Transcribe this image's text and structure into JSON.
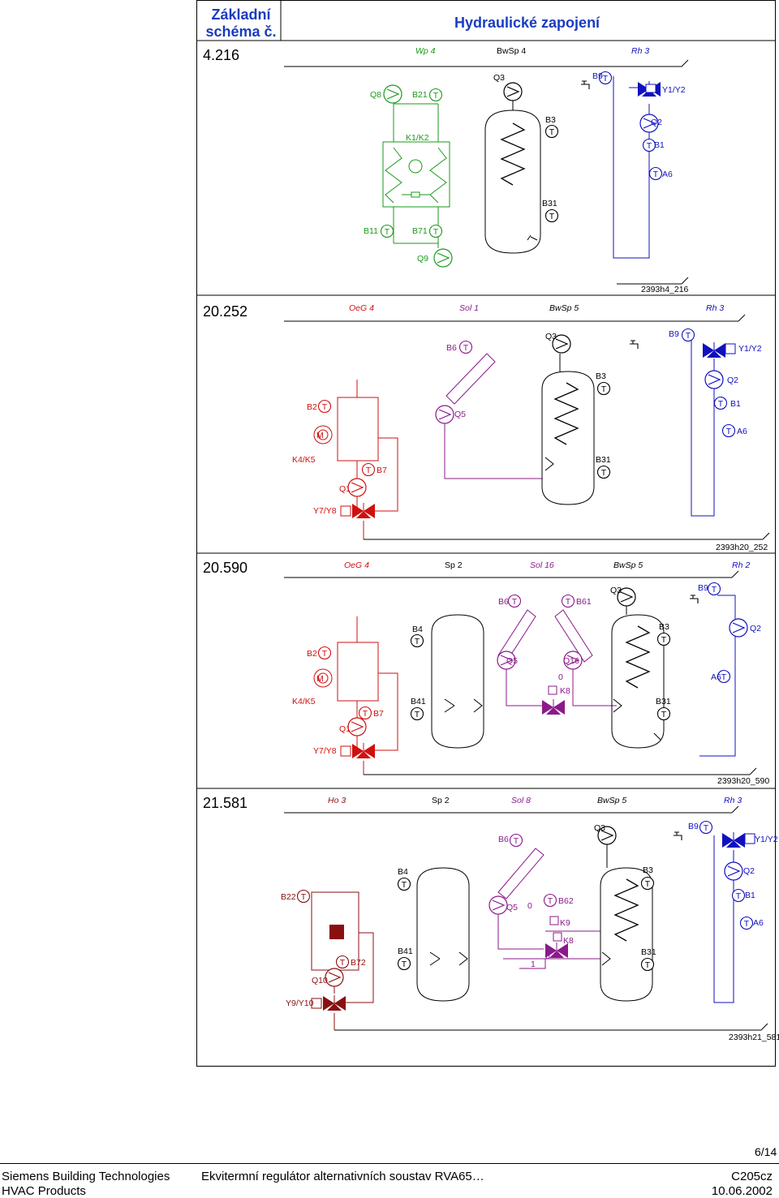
{
  "header": {
    "col1_line1": "Základní",
    "col1_line2": "schéma č.",
    "title": "Hydraulické zapojení"
  },
  "sections": [
    {
      "number": "4.216",
      "code": "2393h4_216",
      "top_labels": [
        {
          "text": "Wp 4",
          "color": "#1a9a1a"
        },
        {
          "text": "BwSp 4",
          "color": "#000000"
        },
        {
          "text": "Rh 3",
          "color": "#1010c0"
        }
      ],
      "labels": [
        "Q8",
        "B21",
        "Q3",
        "B9",
        "Y1/Y2",
        "K1/K2",
        "B3",
        "Q2",
        "B1",
        "A6",
        "B31",
        "B11",
        "B71",
        "Q9"
      ]
    },
    {
      "number": "20.252",
      "code": "2393h20_252",
      "top_labels": [
        {
          "text": "OeG 4",
          "color": "#d01010"
        },
        {
          "text": "Sol 1",
          "color": "#8a1a8a"
        },
        {
          "text": "BwSp 5",
          "color": "#000000"
        },
        {
          "text": "Rh 3",
          "color": "#1010c0"
        }
      ],
      "labels": [
        "B6",
        "Q3",
        "B9",
        "Y1/Y2",
        "B3",
        "Q2",
        "B2",
        "Q5",
        "B1",
        "M",
        "A6",
        "K4/K5",
        "B7",
        "B31",
        "Q1",
        "Y7/Y8"
      ]
    },
    {
      "number": "20.590",
      "code": "2393h20_590",
      "top_labels": [
        {
          "text": "OeG 4",
          "color": "#d01010"
        },
        {
          "text": "Sp 2",
          "color": "#000000"
        },
        {
          "text": "Sol 16",
          "color": "#8a1a8a"
        },
        {
          "text": "BwSp 5",
          "color": "#000000"
        },
        {
          "text": "Rh 2",
          "color": "#1010c0"
        }
      ],
      "labels": [
        "Q3",
        "B9",
        "B6",
        "B61",
        "B4",
        "B3",
        "Q2",
        "B2",
        "Q5",
        "Q16",
        "M",
        "0",
        "A6",
        "K8",
        "K4/K5",
        "B41",
        "B31",
        "B7",
        "Q1",
        "Y7/Y8"
      ]
    },
    {
      "number": "21.581",
      "code": "2393h21_581",
      "top_labels": [
        {
          "text": "Ho 3",
          "color": "#8a1010"
        },
        {
          "text": "Sp 2",
          "color": "#000000"
        },
        {
          "text": "Sol 8",
          "color": "#8a1a8a"
        },
        {
          "text": "BwSp 5",
          "color": "#000000"
        },
        {
          "text": "Rh 3",
          "color": "#1010c0"
        }
      ],
      "labels": [
        "Q3",
        "B9",
        "Y1/Y2",
        "B6",
        "B4",
        "B3",
        "Q2",
        "B22",
        "B62",
        "B1",
        "Q5",
        "0",
        "K9",
        "A6",
        "K8",
        "B41",
        "B72",
        "0",
        "1",
        "B31",
        "Q10",
        "Y9/Y10"
      ]
    }
  ],
  "page_number": "6/14",
  "footer": {
    "left_line1": "Siemens Building Technologies",
    "left_line2": "HVAC Products",
    "center": "Ekvitermní regulátor alternativních soustav RVA65…",
    "right_line1": "C205cz",
    "right_line2": "10.06.2002"
  },
  "colors": {
    "heat_pump": "#1a9a1a",
    "boiler": "#d01010",
    "solar": "#8a1a8a",
    "heating_circuit": "#1010c0",
    "wood_boiler": "#8a1010"
  }
}
